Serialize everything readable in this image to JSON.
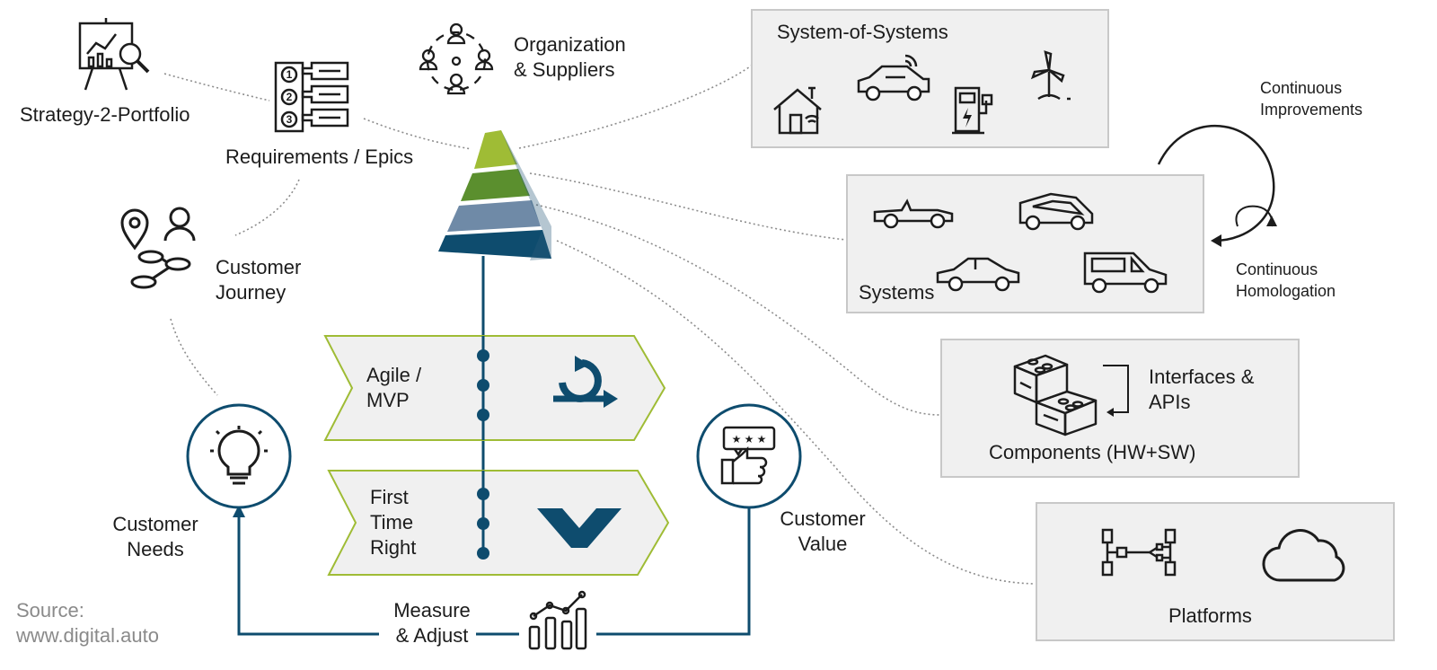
{
  "labels": {
    "strategy": "Strategy-2-Portfolio",
    "requirements": "Requirements / Epics",
    "organization": "Organization\n& Suppliers",
    "customer_journey": "Customer\nJourney",
    "customer_needs": "Customer\nNeeds",
    "customer_value": "Customer\nValue",
    "measure": "Measure\n& Adjust",
    "source": "Source:\nwww.digital.auto"
  },
  "process": {
    "agile": "Agile /\nMVP",
    "first_time_right": "First\nTime\nRight"
  },
  "boxes": {
    "sos": "System-of-Systems",
    "systems": "Systems",
    "components": "Components (HW+SW)",
    "interfaces": "Interfaces &\nAPIs",
    "platforms": "Platforms"
  },
  "loop": {
    "improvements": "Continuous\nImprovements",
    "homologation": "Continuous\nHomologation"
  },
  "colors": {
    "navy": "#0e4c6e",
    "lime": "#9fbc35",
    "green": "#5b8f2e",
    "slate": "#6f8aa7",
    "box_bg": "#f0f0f0",
    "box_border": "#c8c8c8"
  }
}
